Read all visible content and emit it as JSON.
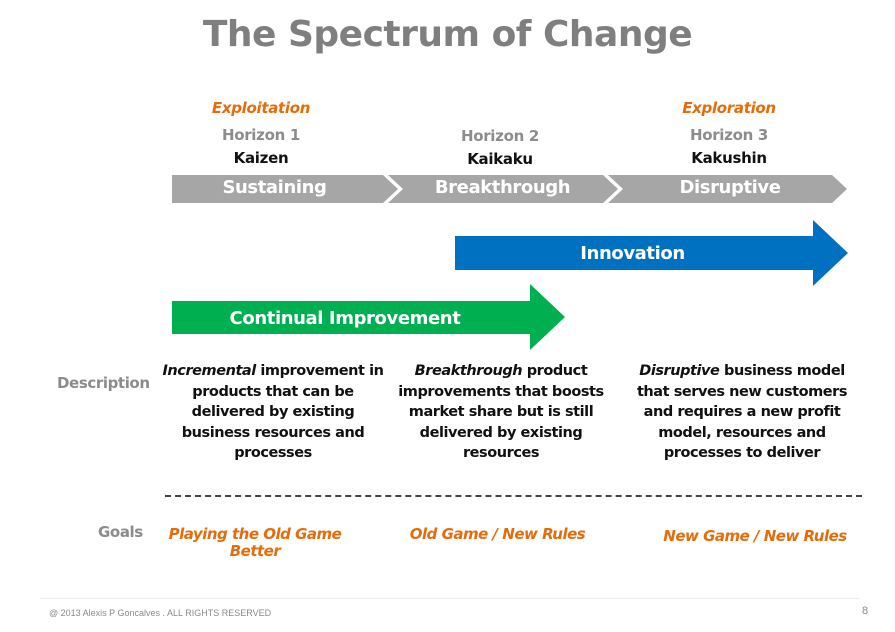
{
  "slide": {
    "title": "The Spectrum of Change",
    "page_number": "8",
    "copyright": "@ 2013 Alexis P Goncalves . ALL RIGHTS RESERVED"
  },
  "columns": [
    {
      "mode": "Exploitation",
      "horizon": "Horizon 1",
      "japanese_term": "Kaizen",
      "stage": "Sustaining",
      "description_emphasis": "Incremental",
      "description_rest": " improvement in products that can be delivered by existing business resources and processes",
      "goal": "Playing the Old Game Better"
    },
    {
      "mode": "",
      "horizon": "Horizon 2",
      "japanese_term": "Kaikaku",
      "stage": "Breakthrough",
      "description_emphasis": "Breakthrough",
      "description_rest": " product improvements that boosts market share but is still delivered by existing resources",
      "goal": "Old Game / New Rules"
    },
    {
      "mode": "Exploration",
      "horizon": "Horizon 3",
      "japanese_term": "Kakushin",
      "stage": "Disruptive",
      "description_emphasis": "Disruptive",
      "description_rest": " business model that serves new customers and requires a new profit model, resources and processes to deliver",
      "goal": "New Game / New Rules"
    }
  ],
  "arrows": {
    "innovation": {
      "label": "Innovation",
      "color": "#0070c0"
    },
    "continual_improvement": {
      "label": "Continual Improvement",
      "color": "#00b050"
    }
  },
  "row_labels": {
    "description": "Description",
    "goals": "Goals"
  },
  "colors": {
    "banner": "#a6a6a6",
    "accent_orange": "#e46c0a",
    "title_gray": "#7f7f7f"
  }
}
